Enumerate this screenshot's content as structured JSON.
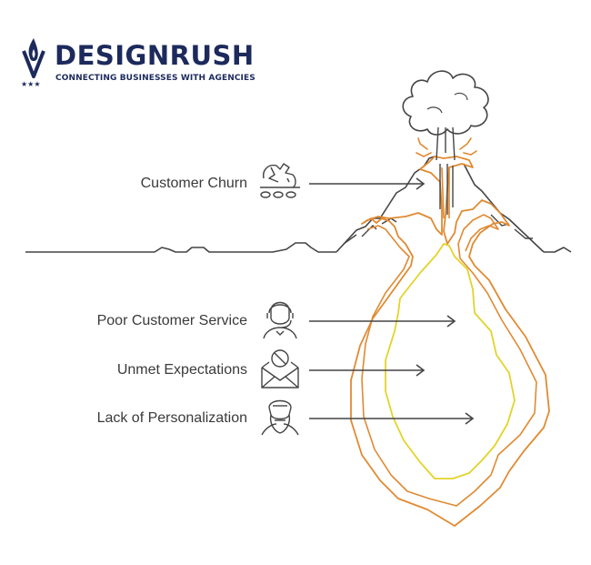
{
  "logo": {
    "name": "DESIGNRUSH",
    "tagline": "CONNECTING BUSINESSES WITH AGENCIES",
    "color": "#1c2a5c"
  },
  "labels": {
    "customer_churn": "Customer Churn",
    "poor_service": "Poor Customer Service",
    "unmet_expectations": "Unmet Expectations",
    "lack_personalization": "Lack of Personalization"
  },
  "icons": {
    "customer_churn": "broken-piggy-bank-icon",
    "poor_service": "support-agent-headset-icon",
    "unmet_expectations": "blocked-mail-icon",
    "lack_personalization": "bearded-person-icon"
  },
  "colors": {
    "line": "#444444",
    "lava_outer": "#e08a32",
    "lava_inner": "#e3d32a"
  }
}
